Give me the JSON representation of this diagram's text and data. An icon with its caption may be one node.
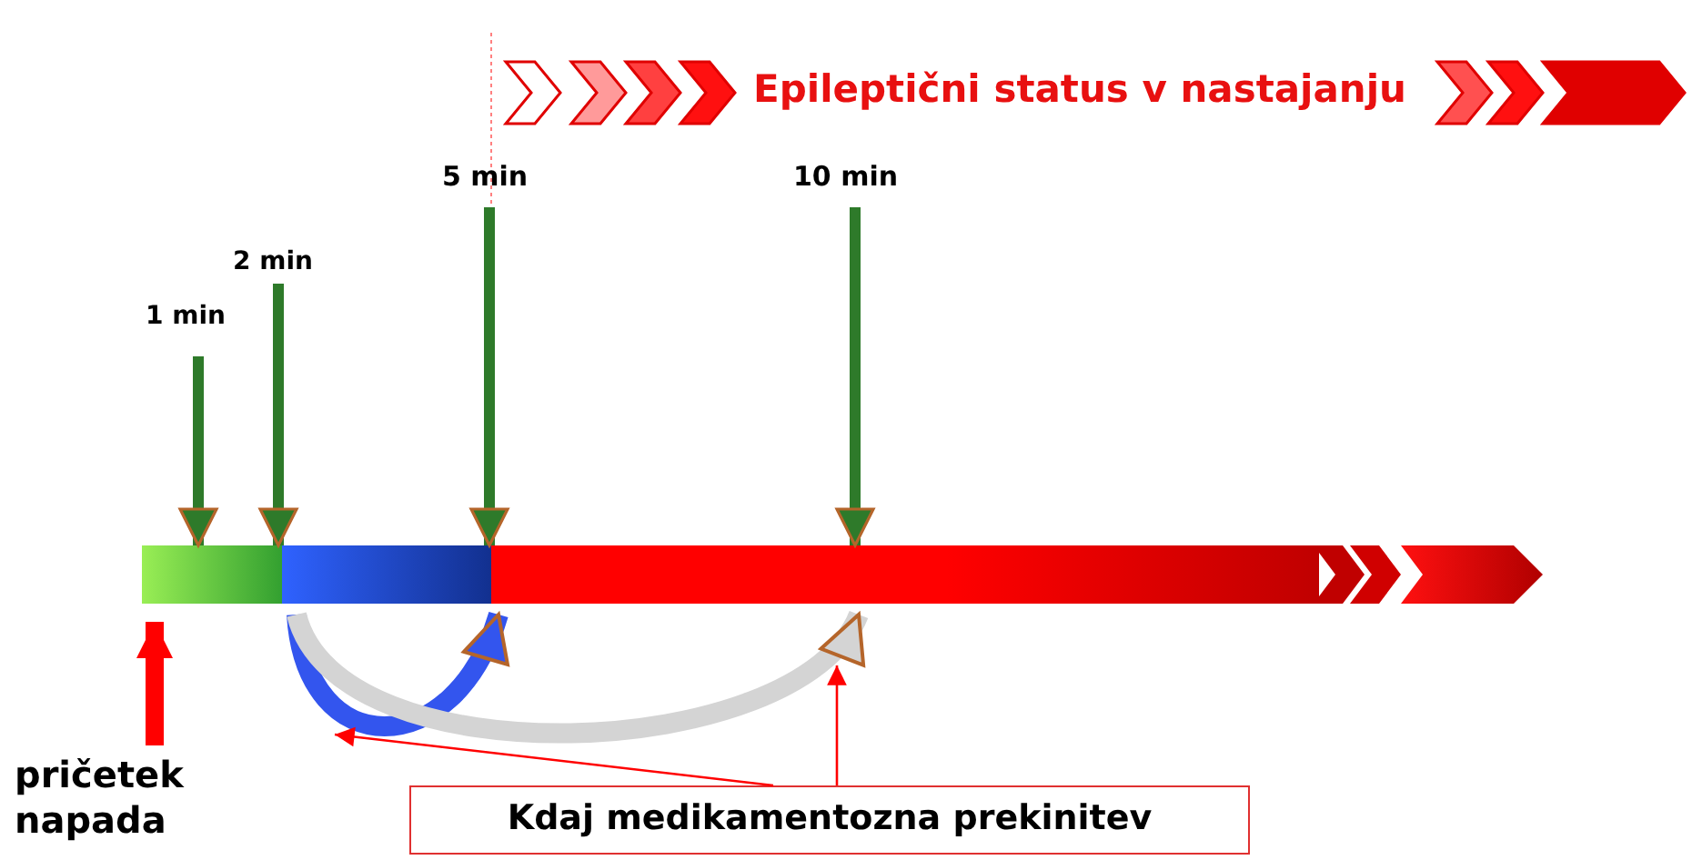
{
  "diagram": {
    "nodes": [
      {
        "text": [
          "1 min"
        ]
      },
      {
        "text": [
          "2 min"
        ]
      },
      {
        "text": [
          "5 min"
        ]
      },
      {
        "text": [
          "10 min"
        ]
      },
      {
        "text": [],
        "shape": "bar"
      },
      {
        "text": [],
        "shape": "bar"
      },
      {
        "text": [],
        "shape": "bar"
      },
      {
        "text": [
          "pričetek napada"
        ]
      },
      {
        "text": [
          "Kdaj medikamentozna prekinitev"
        ]
      }
    ],
    "edges": [
      {
        "from": 0,
        "to": 4,
        "arrow": "to"
      },
      {
        "from": 1,
        "to": 5,
        "arrow": "to"
      },
      {
        "from": 2,
        "to": 6,
        "arrow": "to"
      },
      {
        "from": 3,
        "to": 6,
        "arrow": "to"
      },
      {
        "from": 7,
        "to": 4,
        "arrow": "to",
        "color": "#ff0000"
      },
      {
        "from": 5,
        "to": 6,
        "arrow": "to",
        "style": "thick",
        "color": "#3355ee"
      },
      {
        "from": 5,
        "to": 6,
        "arrow": "to",
        "style": "thick",
        "color": "#d4d4d4"
      },
      {
        "from": 8,
        "to": null,
        "arrow": "to",
        "color": "#ff0000"
      },
      {
        "from": 8,
        "to": null,
        "arrow": "to",
        "color": "#ff0000"
      }
    ],
    "labels": [
      "Epileptični status v nastajanju"
    ]
  }
}
